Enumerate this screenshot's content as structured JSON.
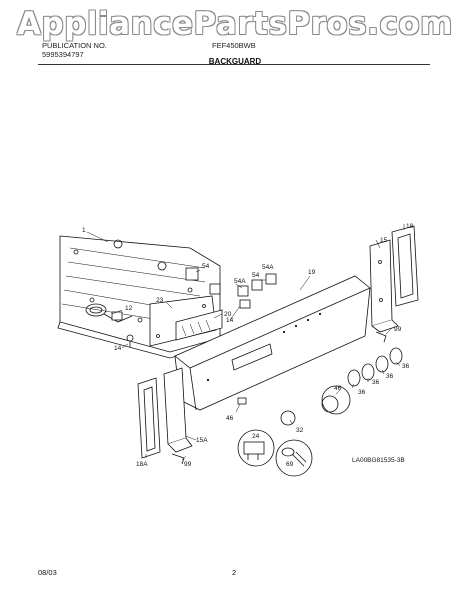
{
  "watermark": "AppliancePartsPros.com",
  "header": {
    "publication_label": "PUBLICATION NO.",
    "publication_number": "5995394797",
    "model": "FEF450BWB",
    "section_title": "BACKGUARD"
  },
  "diagram": {
    "callouts": [
      "1",
      "12",
      "14",
      "14",
      "15",
      "15A",
      "18",
      "18A",
      "19",
      "20",
      "23",
      "24",
      "32",
      "36",
      "36",
      "36",
      "36",
      "46",
      "46",
      "54",
      "54",
      "54A",
      "54A",
      "69",
      "99",
      "99"
    ],
    "figure_code": "LA00BG81535-3B"
  },
  "footer": {
    "date": "08/03",
    "page": "2"
  }
}
